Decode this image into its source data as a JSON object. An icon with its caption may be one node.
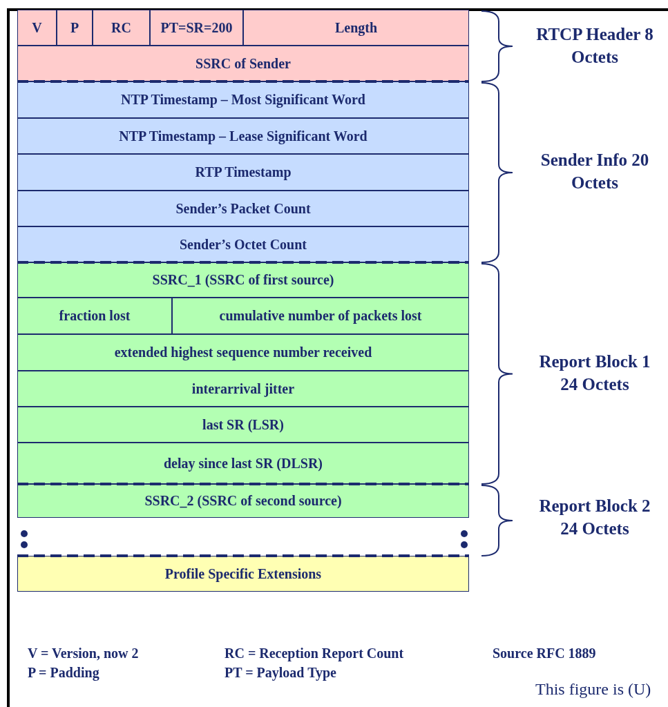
{
  "diagram": {
    "nodes": [
      {
        "text": [
          "V"
        ]
      },
      {
        "text": [
          "P"
        ]
      },
      {
        "text": [
          "RC"
        ]
      },
      {
        "text": [
          "PT=SR=200"
        ]
      },
      {
        "text": [
          "Length"
        ]
      },
      {
        "text": [
          "SSRC of Sender"
        ]
      },
      {
        "text": [
          "NTP Timestamp – Most Significant Word"
        ]
      },
      {
        "text": [
          "NTP Timestamp – Lease Significant Word"
        ]
      },
      {
        "text": [
          "RTP Timestamp"
        ]
      },
      {
        "text": [
          "Sender’s Packet Count"
        ]
      },
      {
        "text": [
          "Sender’s Octet Count"
        ]
      },
      {
        "text": [
          "SSRC_1 (SSRC of first source)"
        ]
      },
      {
        "text": [
          "fraction lost"
        ]
      },
      {
        "text": [
          "cumulative number of packets lost"
        ]
      },
      {
        "text": [
          "extended highest sequence number received"
        ]
      },
      {
        "text": [
          "interarrival jitter"
        ]
      },
      {
        "text": [
          "last SR (LSR)"
        ]
      },
      {
        "text": [
          "delay since last SR (DLSR)"
        ]
      },
      {
        "text": [
          "SSRC_2 (SSRC of second source)"
        ]
      },
      {
        "text": [
          "Profile Specific Extensions"
        ]
      }
    ],
    "edges": [],
    "labels": [
      "RTCP Header 8 Octets",
      "Sender Info 20 Octets",
      "Report Block 1 24 Octets",
      "Report Block 2 24 Octets",
      "V = Version, now 2",
      "RC = Reception Report Count",
      "Source RFC 1889",
      "P = Padding",
      "PT = Payload Type",
      "This figure is (U)"
    ]
  }
}
